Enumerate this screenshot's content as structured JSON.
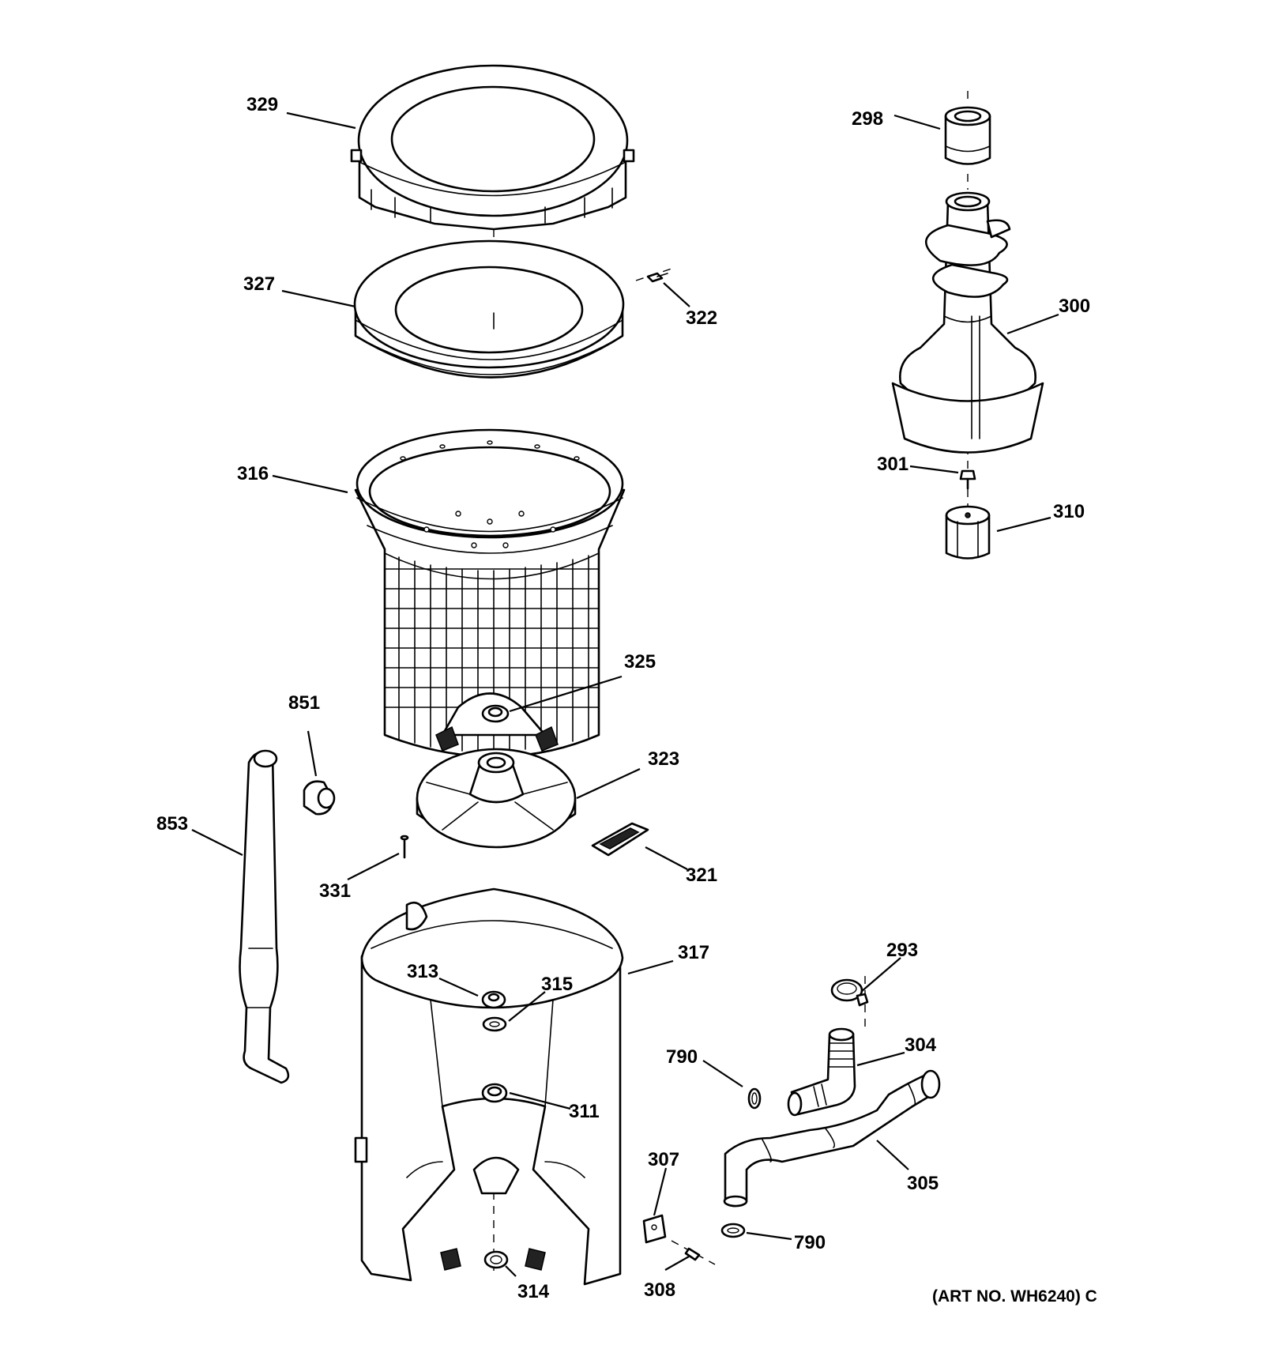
{
  "parts": {
    "p329": "329",
    "p327": "327",
    "p322": "322",
    "p316": "316",
    "p325": "325",
    "p851": "851",
    "p853": "853",
    "p323": "323",
    "p321": "321",
    "p331": "331",
    "p317": "317",
    "p313": "313",
    "p315": "315",
    "p311": "311",
    "p314": "314",
    "p298": "298",
    "p300": "300",
    "p301": "301",
    "p310": "310",
    "p293": "293",
    "p304": "304",
    "p790a": "790",
    "p305": "305",
    "p307": "307",
    "p790b": "790",
    "p308": "308"
  },
  "art_number": "(ART NO. WH6240) C"
}
